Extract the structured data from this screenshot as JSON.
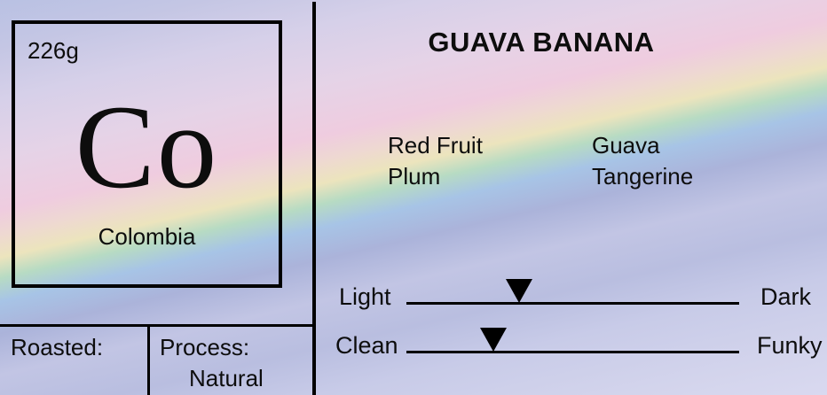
{
  "header": {
    "title": "GUAVA BANANA"
  },
  "element_box": {
    "weight": "226g",
    "symbol": "Co",
    "origin": "Colombia"
  },
  "footer": {
    "roasted_label": "Roasted:",
    "process_label": "Process:",
    "process_value": "Natural"
  },
  "tasting_notes": {
    "left": [
      "Red Fruit",
      "Plum"
    ],
    "right": [
      "Guava",
      "Tangerine"
    ]
  },
  "sliders": {
    "roast": {
      "left_label": "Light",
      "right_label": "Dark",
      "marker_icon": "down-triangle-icon",
      "marker_percent": 33.9
    },
    "ferment": {
      "left_label": "Clean",
      "right_label": "Funky",
      "marker_icon": "down-triangle-icon",
      "marker_percent": 26.1
    }
  },
  "colors": {
    "text": "#0d0d0d",
    "line": "#000000"
  },
  "background": {
    "angle_deg": 167,
    "stops": [
      {
        "color": "#b9c1e3",
        "at": "0%"
      },
      {
        "color": "#c4c6e4",
        "at": "8%"
      },
      {
        "color": "#d6d0e9",
        "at": "17%"
      },
      {
        "color": "#e5d3e7",
        "at": "27%"
      },
      {
        "color": "#efccdf",
        "at": "36%"
      },
      {
        "color": "#eed8d2",
        "at": "40%"
      },
      {
        "color": "#ece4bd",
        "at": "44%"
      },
      {
        "color": "#b7dbc3",
        "at": "47.5%"
      },
      {
        "color": "#a7c4e6",
        "at": "51.5%"
      },
      {
        "color": "#abb3da",
        "at": "57%"
      },
      {
        "color": "#c2c5e4",
        "at": "64%"
      },
      {
        "color": "#b9bee0",
        "at": "72%"
      },
      {
        "color": "#c8cbe8",
        "at": "80%"
      },
      {
        "color": "#d3d4ec",
        "at": "92%"
      },
      {
        "color": "#d9d9f0",
        "at": "100%"
      }
    ]
  }
}
